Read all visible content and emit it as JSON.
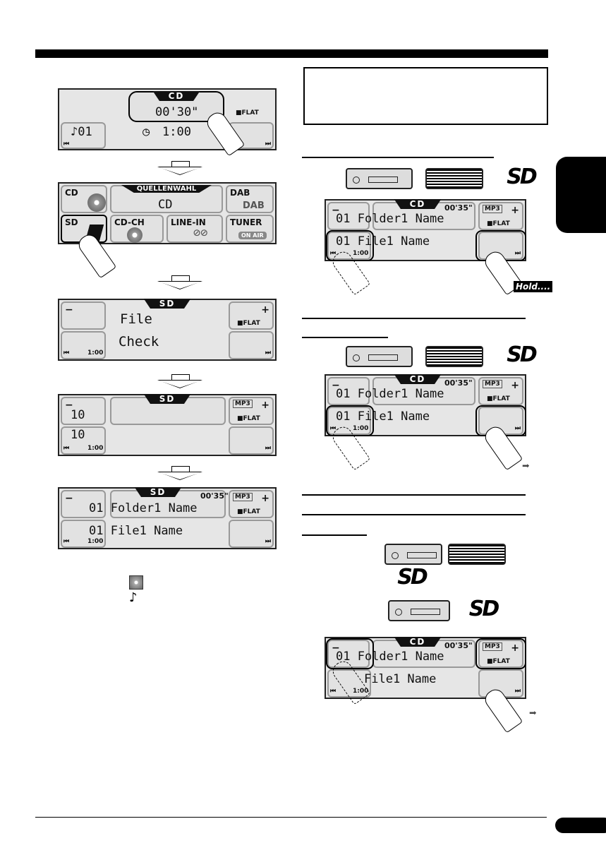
{
  "left_sequence": {
    "display_cd": {
      "source": "CD",
      "time": "00'30\"",
      "flat": "■FLAT",
      "track": "♪01",
      "clock": "1:00"
    },
    "source_menu": {
      "title": "QUELLENWAHL",
      "current": "CD",
      "items": [
        "CD",
        "DAB",
        "SD",
        "CD-CH",
        "LINE-IN",
        "TUNER"
      ],
      "tuner_badge": "ON AIR",
      "dab_logo": "DAB"
    },
    "display_check": {
      "source": "SD",
      "line1": "File",
      "line2": "Check",
      "time": "1:00",
      "flat": "■FLAT"
    },
    "display_count": {
      "source": "SD",
      "folders": "10",
      "files": "10",
      "time": "1:00",
      "format": "MP3",
      "flat": "■FLAT"
    },
    "display_play": {
      "source": "SD",
      "elapsed": "00'35\"",
      "folder": "01  Folder1 Name",
      "file": "01  File1 Name",
      "time": "1:00",
      "format": "MP3",
      "flat": "■FLAT"
    }
  },
  "right_examples": [
    {
      "source": "CD",
      "elapsed": "00'35\"",
      "folder": "01  Folder1 Name",
      "file": "01  File1 Name",
      "time": "1:00",
      "format": "MP3",
      "flat": "■FLAT",
      "badge": "Hold...."
    },
    {
      "source": "CD",
      "elapsed": "00'35\"",
      "folder": "01  Folder1 Name",
      "file": "01  File1 Name",
      "time": "1:00",
      "format": "MP3",
      "flat": "■FLAT"
    },
    {
      "source": "CD",
      "elapsed": "00'35\"",
      "folder": "01  Folder1 Name",
      "file": "File1 Name",
      "time": "1:00",
      "format": "MP3",
      "flat": "■FLAT"
    }
  ],
  "sd_logo": "SD",
  "buttons": {
    "minus": "−",
    "plus": "+",
    "prev": "⏮",
    "next": "⏭"
  },
  "colors": {
    "screen": "#e6e6e6",
    "ink": "#111111"
  }
}
